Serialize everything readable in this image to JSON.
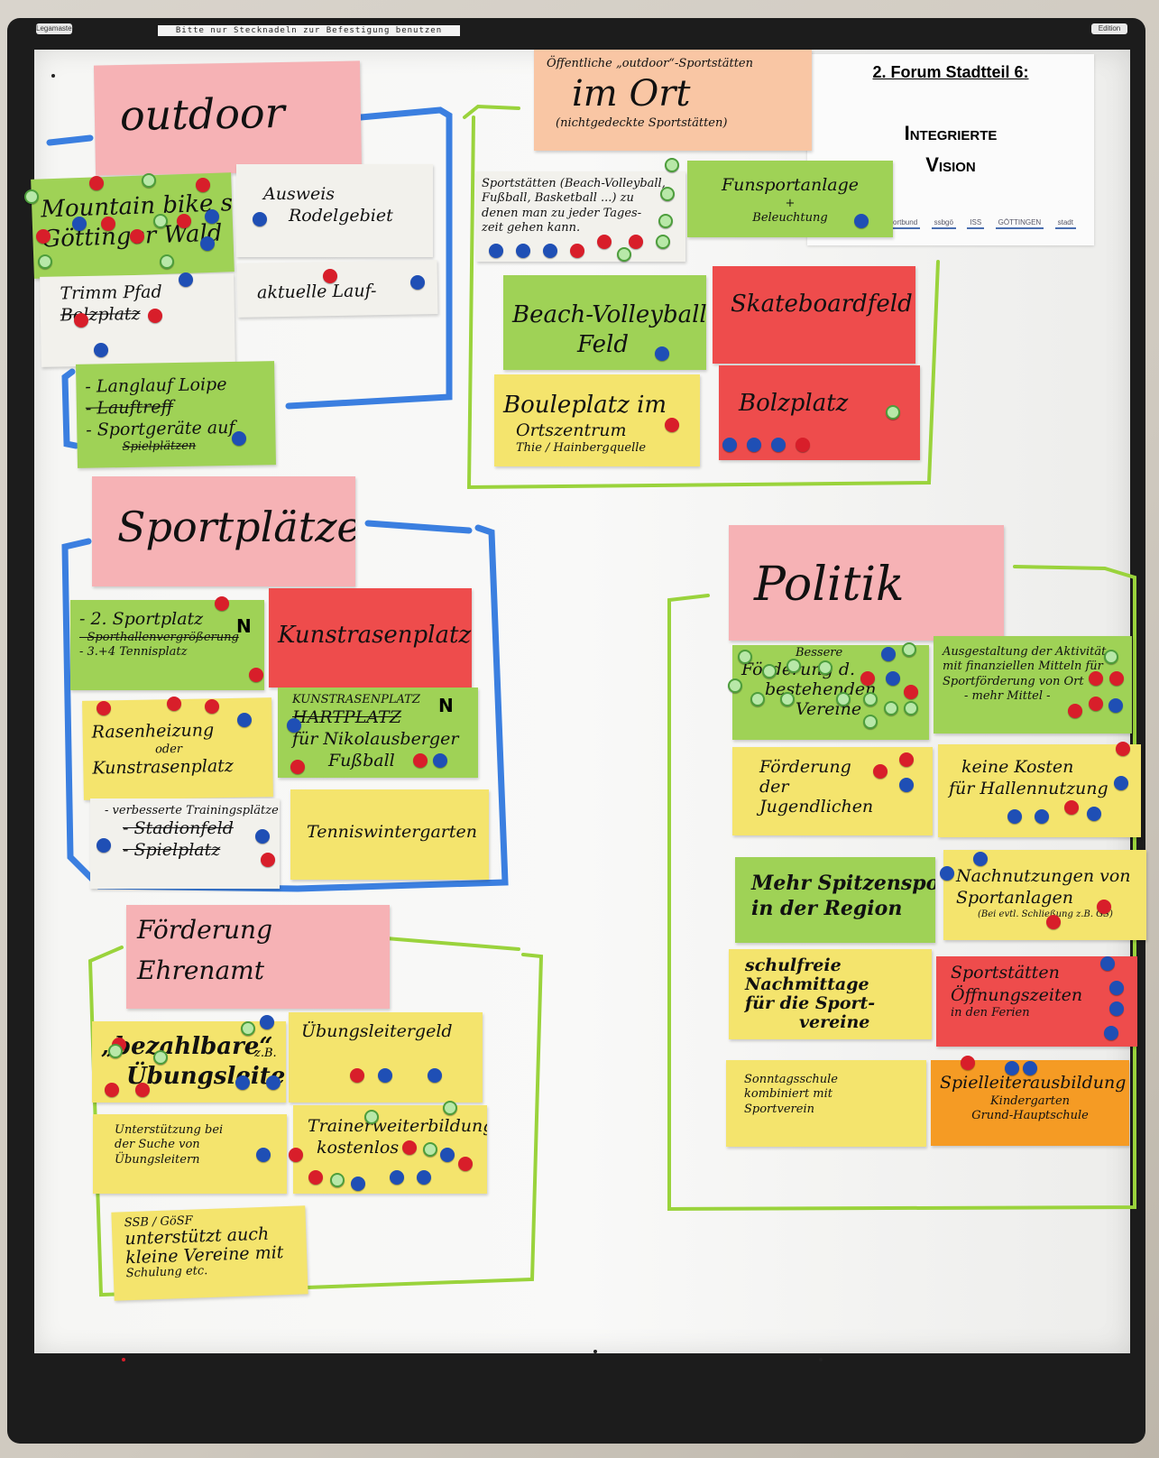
{
  "frame": {
    "label": "Bitte nur Stecknadeln zur Befestigung benutzen",
    "badge_left": "Legamaster",
    "badge_right": "Edition"
  },
  "vision": {
    "title": "2. Forum Stadtteil 6:",
    "subtitle_1": "Integrierte",
    "subtitle_2": "Vision",
    "logos": [
      "landessportbund",
      "ssbgö",
      "ISS",
      "GÖTTINGEN",
      "stadt"
    ]
  },
  "outdoor": {
    "heading": "outdoor",
    "mtb": [
      "Mountain bike streck",
      "Göttinger Wald"
    ],
    "rodel": [
      "Ausweis",
      "Rodelgebiet"
    ],
    "trimm": [
      "Trimm Pfad",
      "Bolzplatz"
    ],
    "lauf": [
      "aktuelle Lauf-"
    ],
    "loipe": [
      "- Langlauf Loipe",
      "- Lauftreff",
      "- Sportgeräte auf",
      "Spielplätzen"
    ]
  },
  "ort": {
    "heading_small": "Öffentliche „outdoor“-Sportstätten",
    "heading": "im Ort",
    "heading_sub": "(nichtgedeckte Sportstätten)",
    "sportstaetten": [
      "Sportstätten (Beach-Volleyball,",
      "Fußball, Basketball ...) zu",
      "denen man zu jeder Tages-",
      "zeit gehen kann."
    ],
    "fun": [
      "Funsportanlage",
      "+",
      "Beleuchtung"
    ],
    "beach": [
      "Beach-Volleyball",
      "Feld"
    ],
    "skate": [
      "Skateboardfeld"
    ],
    "boule": [
      "Bouleplatz im",
      "Ortszentrum",
      "Thie / Hainbergquelle"
    ],
    "bolz": [
      "Bolzplatz"
    ]
  },
  "sportplaetze": {
    "heading": "Sportplätze",
    "p1": [
      "- 2. Sportplatz",
      "- Sporthallenvergrößerung",
      "- 3.+4 Tennisplatz"
    ],
    "kunst": [
      "Kunstrasenplatz"
    ],
    "rasen": [
      "Rasenheizung",
      "oder",
      "Kunstrasenplatz"
    ],
    "hart": [
      "KUNSTRASENPLATZ",
      "HARTPLATZ",
      "für Nikolausberger",
      "Fußball"
    ],
    "training": [
      "- verbesserte Trainingsplätze",
      "- Stadionfeld",
      "- Spielplatz"
    ],
    "tennis": [
      "Tenniswintergarten"
    ],
    "n_mark": "N"
  },
  "ehrenamt": {
    "heading": [
      "Förderung",
      "Ehrenamt"
    ],
    "bezahlbar": [
      "„bezahlbare“",
      "Übungsleiter"
    ],
    "bezahlbar_note": "z.B.",
    "uebungsleitergeld": [
      "Übungsleitergeld"
    ],
    "unterstuetzung": [
      "Unterstützung bei",
      "der Suche von",
      "Übungsleitern"
    ],
    "trainer": [
      "Trainerweiterbildung",
      "kostenlos"
    ],
    "ssb": [
      "SSB / GöSF",
      "unterstützt auch",
      "kleine Vereine mit",
      "Schulung etc."
    ]
  },
  "politik": {
    "heading": "Politik",
    "foerderung_vereine": [
      "Bessere",
      "Förderung d.",
      "bestehenden",
      "Vereine"
    ],
    "ausgestaltung": [
      "Ausgestaltung der Aktivität",
      "mit finanziellen Mitteln für",
      "Sportförderung von Ort",
      "- mehr Mittel -"
    ],
    "jugend": [
      "Förderung",
      "der",
      "Jugendlichen"
    ],
    "kosten": [
      "keine Kosten",
      "für Hallennutzung"
    ],
    "spitzensport": [
      "Mehr Spitzensport",
      "in der Region"
    ],
    "nachnutzung": [
      "Nachnutzungen von",
      "Sportanlagen",
      "(Bei evtl. Schließung z.B. GS)"
    ],
    "schulfrei": [
      "schulfreie",
      "Nachmittage",
      "für die Sport-",
      "vereine"
    ],
    "oeffnung": [
      "Sportstätten",
      "Öffnungszeiten",
      "in den Ferien"
    ],
    "sonntag": [
      "Sonntagsschule",
      "kombiniert mit",
      "Sportverein"
    ],
    "spielleiter": [
      "Spielleiterausbildung",
      "Kindergarten",
      "Grund-Hauptschule"
    ]
  },
  "colors": {
    "pink": "#f6b2b5",
    "green": "#9fd256",
    "yellow": "#f4e46d",
    "red": "#ee4c4c",
    "orange": "#f59b24",
    "blue_line": "#3b7fe0",
    "green_line": "#9ad33c"
  }
}
